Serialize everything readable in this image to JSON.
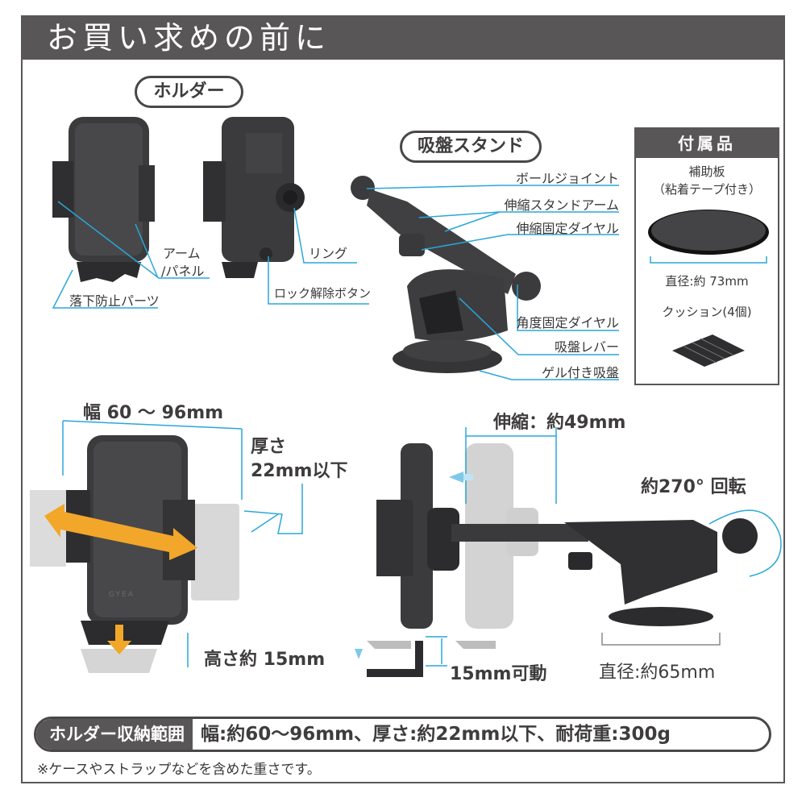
{
  "header": {
    "title": "お買い求めの前に"
  },
  "holder_section": {
    "title": "ホルダー",
    "labels": {
      "arm_panel": "アーム\n/パネル",
      "arm_line1": "アーム",
      "arm_line2": "/パネル",
      "drop_prevention": "落下防止パーツ",
      "ring": "リング",
      "lock_release": "ロック解除ボタン"
    }
  },
  "stand_section": {
    "title": "吸盤スタンド",
    "labels": {
      "ball_joint": "ボールジョイント",
      "telescopic_arm": "伸縮スタンドアーム",
      "telescopic_dial": "伸縮固定ダイヤル",
      "angle_dial": "角度固定ダイヤル",
      "suction_lever": "吸盤レバー",
      "gel_suction": "ゲル付き吸盤"
    }
  },
  "accessories": {
    "title": "付属品",
    "plate_name_line1": "補助板",
    "plate_name_line2": "（粘着テープ付き）",
    "plate_diameter": "直径:約 73mm",
    "cushion": "クッション(4個)"
  },
  "holder_dimensions": {
    "width": "幅 60 ～ 96mm",
    "thickness_line1": "厚さ",
    "thickness_line2": "22mm以下",
    "height": "高さ約 15mm",
    "brand_mark": "GYEA"
  },
  "stand_dimensions": {
    "extension": "伸縮：約49mm",
    "rotation": "約270° 回転",
    "movable": "15mm可動",
    "base_diameter": "直径:約65mm"
  },
  "spec_bar": {
    "label": "ホルダー収納範囲",
    "value": "幅:約60～96mm、厚さ:約22mm以下、耐荷重:300g"
  },
  "footnote": "※ケースやストラップなどを含めた重さです。",
  "colors": {
    "header_bg": "#595657",
    "leader_line": "#2aa7d9",
    "arrow_orange": "#f2a72a",
    "product_dark": "#3b3b3d",
    "product_ghost": "#cfcfcf"
  }
}
